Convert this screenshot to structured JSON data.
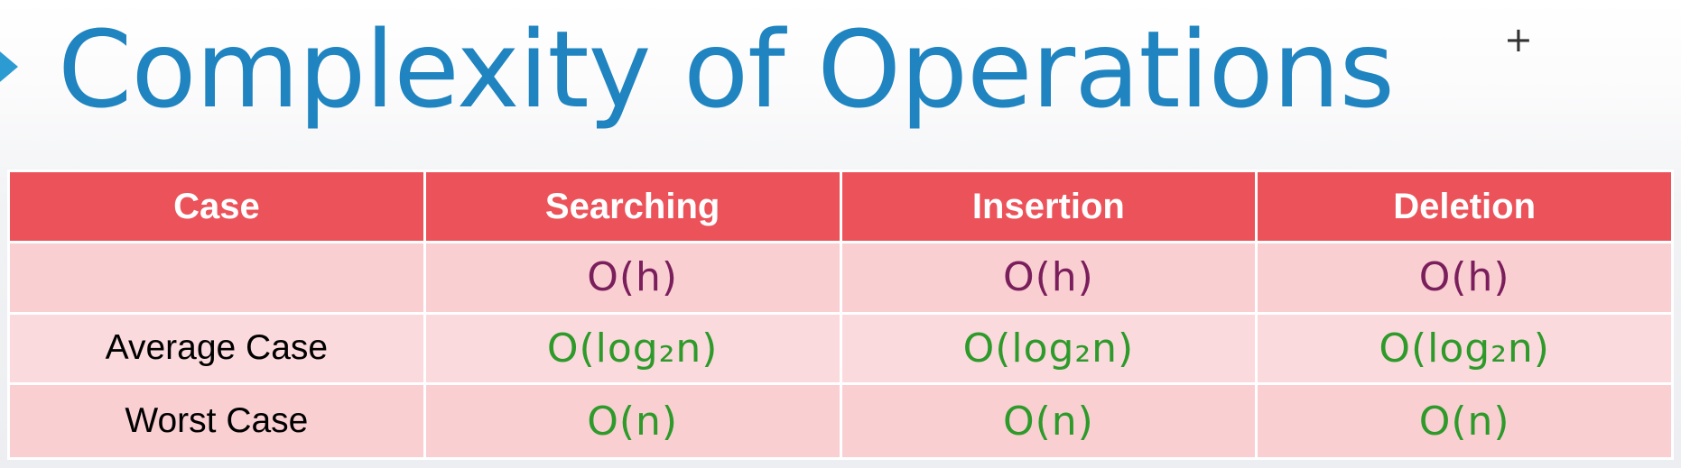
{
  "slide": {
    "title": "Complexity of Operations"
  },
  "table": {
    "headers": [
      "Case",
      "Searching",
      "Insertion",
      "Deletion"
    ],
    "rows": [
      {
        "case": "",
        "searching": "O(h)",
        "insertion": "O(h)",
        "deletion": "O(h)"
      },
      {
        "case": "Average Case",
        "searching": "O(log₂n)",
        "insertion": "O(log₂n)",
        "deletion": "O(log₂n)"
      },
      {
        "case": "Worst Case",
        "searching": "O(n)",
        "insertion": "O(n)",
        "deletion": "O(n)"
      }
    ]
  },
  "colors": {
    "title": "#1f84bf",
    "header_bg": "#ec5259",
    "cell_bg": "#f9cfd2",
    "handwriting_purple": "#7b1f5c",
    "handwriting_green": "#2e9a2a"
  },
  "icons": {
    "bullet": "arrow-bullet-icon",
    "cursor": "plus-cursor-icon"
  }
}
